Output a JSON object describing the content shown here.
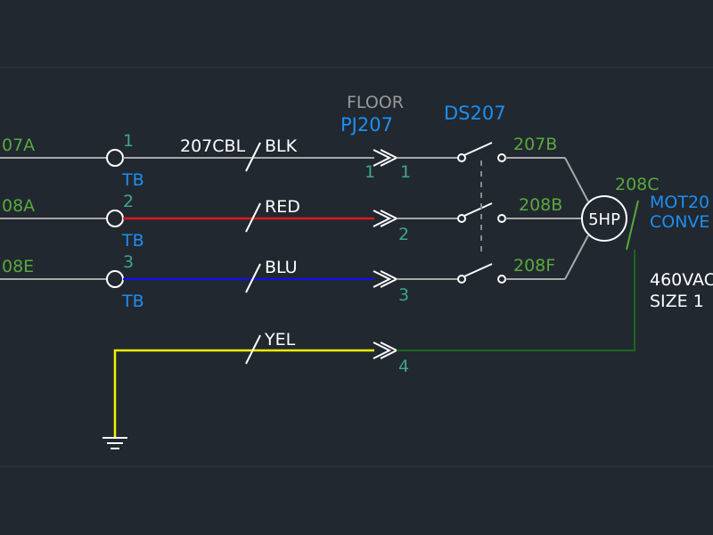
{
  "colors": {
    "background": "#212830",
    "border_line": "#2c343e",
    "gray_wire": "#a8a8a8",
    "green_text": "#5aa83c",
    "teal_text": "#3fa58a",
    "blue_text": "#1e8ef0",
    "gray_text": "#9a9a9a",
    "white": "#ffffff",
    "red_wire": "#e01818",
    "blue_wire": "#1212d8",
    "yellow_wire": "#f0f000",
    "green_wire": "#1a6a1a",
    "ground_line": "#ffffff"
  },
  "wires": [
    {
      "label": "07A",
      "tb_num": "1",
      "tb_label": "TB",
      "color_code": "BLK"
    },
    {
      "label": "08A",
      "tb_num": "2",
      "tb_label": "TB",
      "color_code": "RED"
    },
    {
      "label": "08E",
      "tb_num": "3",
      "tb_label": "TB",
      "color_code": "BLU"
    }
  ],
  "cable_label": "207CBL",
  "yellow_wire_label": "YEL",
  "connector": {
    "header": "FLOOR",
    "name": "PJ207",
    "pins_left": [
      "1"
    ],
    "pins_right": [
      "1",
      "2",
      "3",
      "4"
    ]
  },
  "disconnect": {
    "name": "DS207",
    "outputs": [
      "207B",
      "208B",
      "208F"
    ]
  },
  "motor": {
    "hp": "5HP",
    "ground_label": "208C",
    "name_line1": "MOT20",
    "name_line2": "CONVE",
    "voltage": "460VAC",
    "size": "SIZE 1"
  }
}
